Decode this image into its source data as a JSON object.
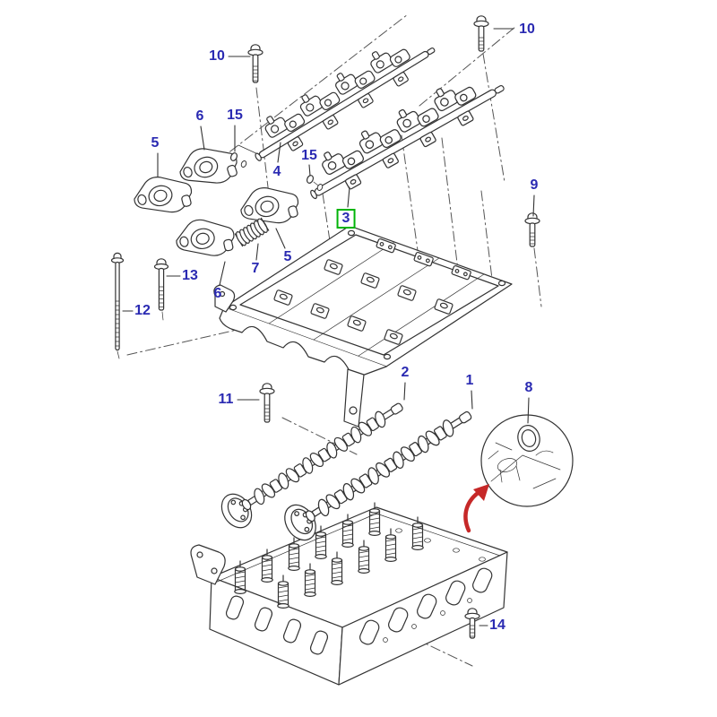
{
  "diagram": {
    "kind": "exploded-parts-diagram",
    "description": "Exploded view of cylinder head, camshafts, camshaft carrier and rocker shaft assemblies",
    "background_color": "#ffffff",
    "line_color": "#333333",
    "label_color": "#2a2ab2",
    "highlight_color": "#00b408",
    "arrow_color": "#c62828",
    "highlighted_part": "3"
  },
  "callouts": [
    {
      "id": "10-top-left",
      "label": "10"
    },
    {
      "id": "10-top-right",
      "label": "10"
    },
    {
      "id": "6-upper",
      "label": "6"
    },
    {
      "id": "15-upper",
      "label": "15"
    },
    {
      "id": "5-upper",
      "label": "5"
    },
    {
      "id": "4",
      "label": "4"
    },
    {
      "id": "15-lower",
      "label": "15"
    },
    {
      "id": "3",
      "label": "3",
      "highlighted": true
    },
    {
      "id": "9",
      "label": "9"
    },
    {
      "id": "5-lower",
      "label": "5"
    },
    {
      "id": "7",
      "label": "7"
    },
    {
      "id": "13",
      "label": "13"
    },
    {
      "id": "6-lower",
      "label": "6"
    },
    {
      "id": "12",
      "label": "12"
    },
    {
      "id": "11",
      "label": "11"
    },
    {
      "id": "2",
      "label": "2"
    },
    {
      "id": "1",
      "label": "1"
    },
    {
      "id": "8",
      "label": "8"
    },
    {
      "id": "14",
      "label": "14"
    }
  ]
}
